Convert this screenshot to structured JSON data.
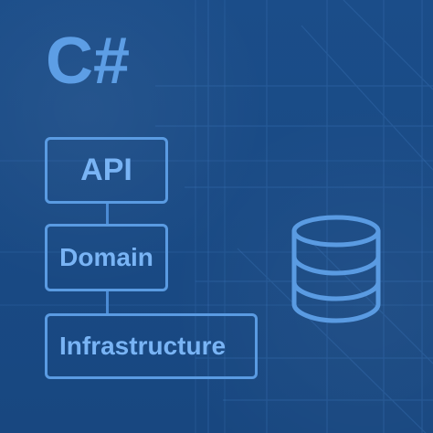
{
  "title": "C#",
  "layers": [
    {
      "label": "API"
    },
    {
      "label": "Domain"
    },
    {
      "label": "Infrastructure"
    }
  ],
  "icons": {
    "database": "database-icon"
  },
  "colors": {
    "background": "#1a4c87",
    "accent": "#5d9ee5",
    "text": "#79b4f5",
    "stroke": "#5a9be2",
    "grid": "#3e78bc"
  }
}
